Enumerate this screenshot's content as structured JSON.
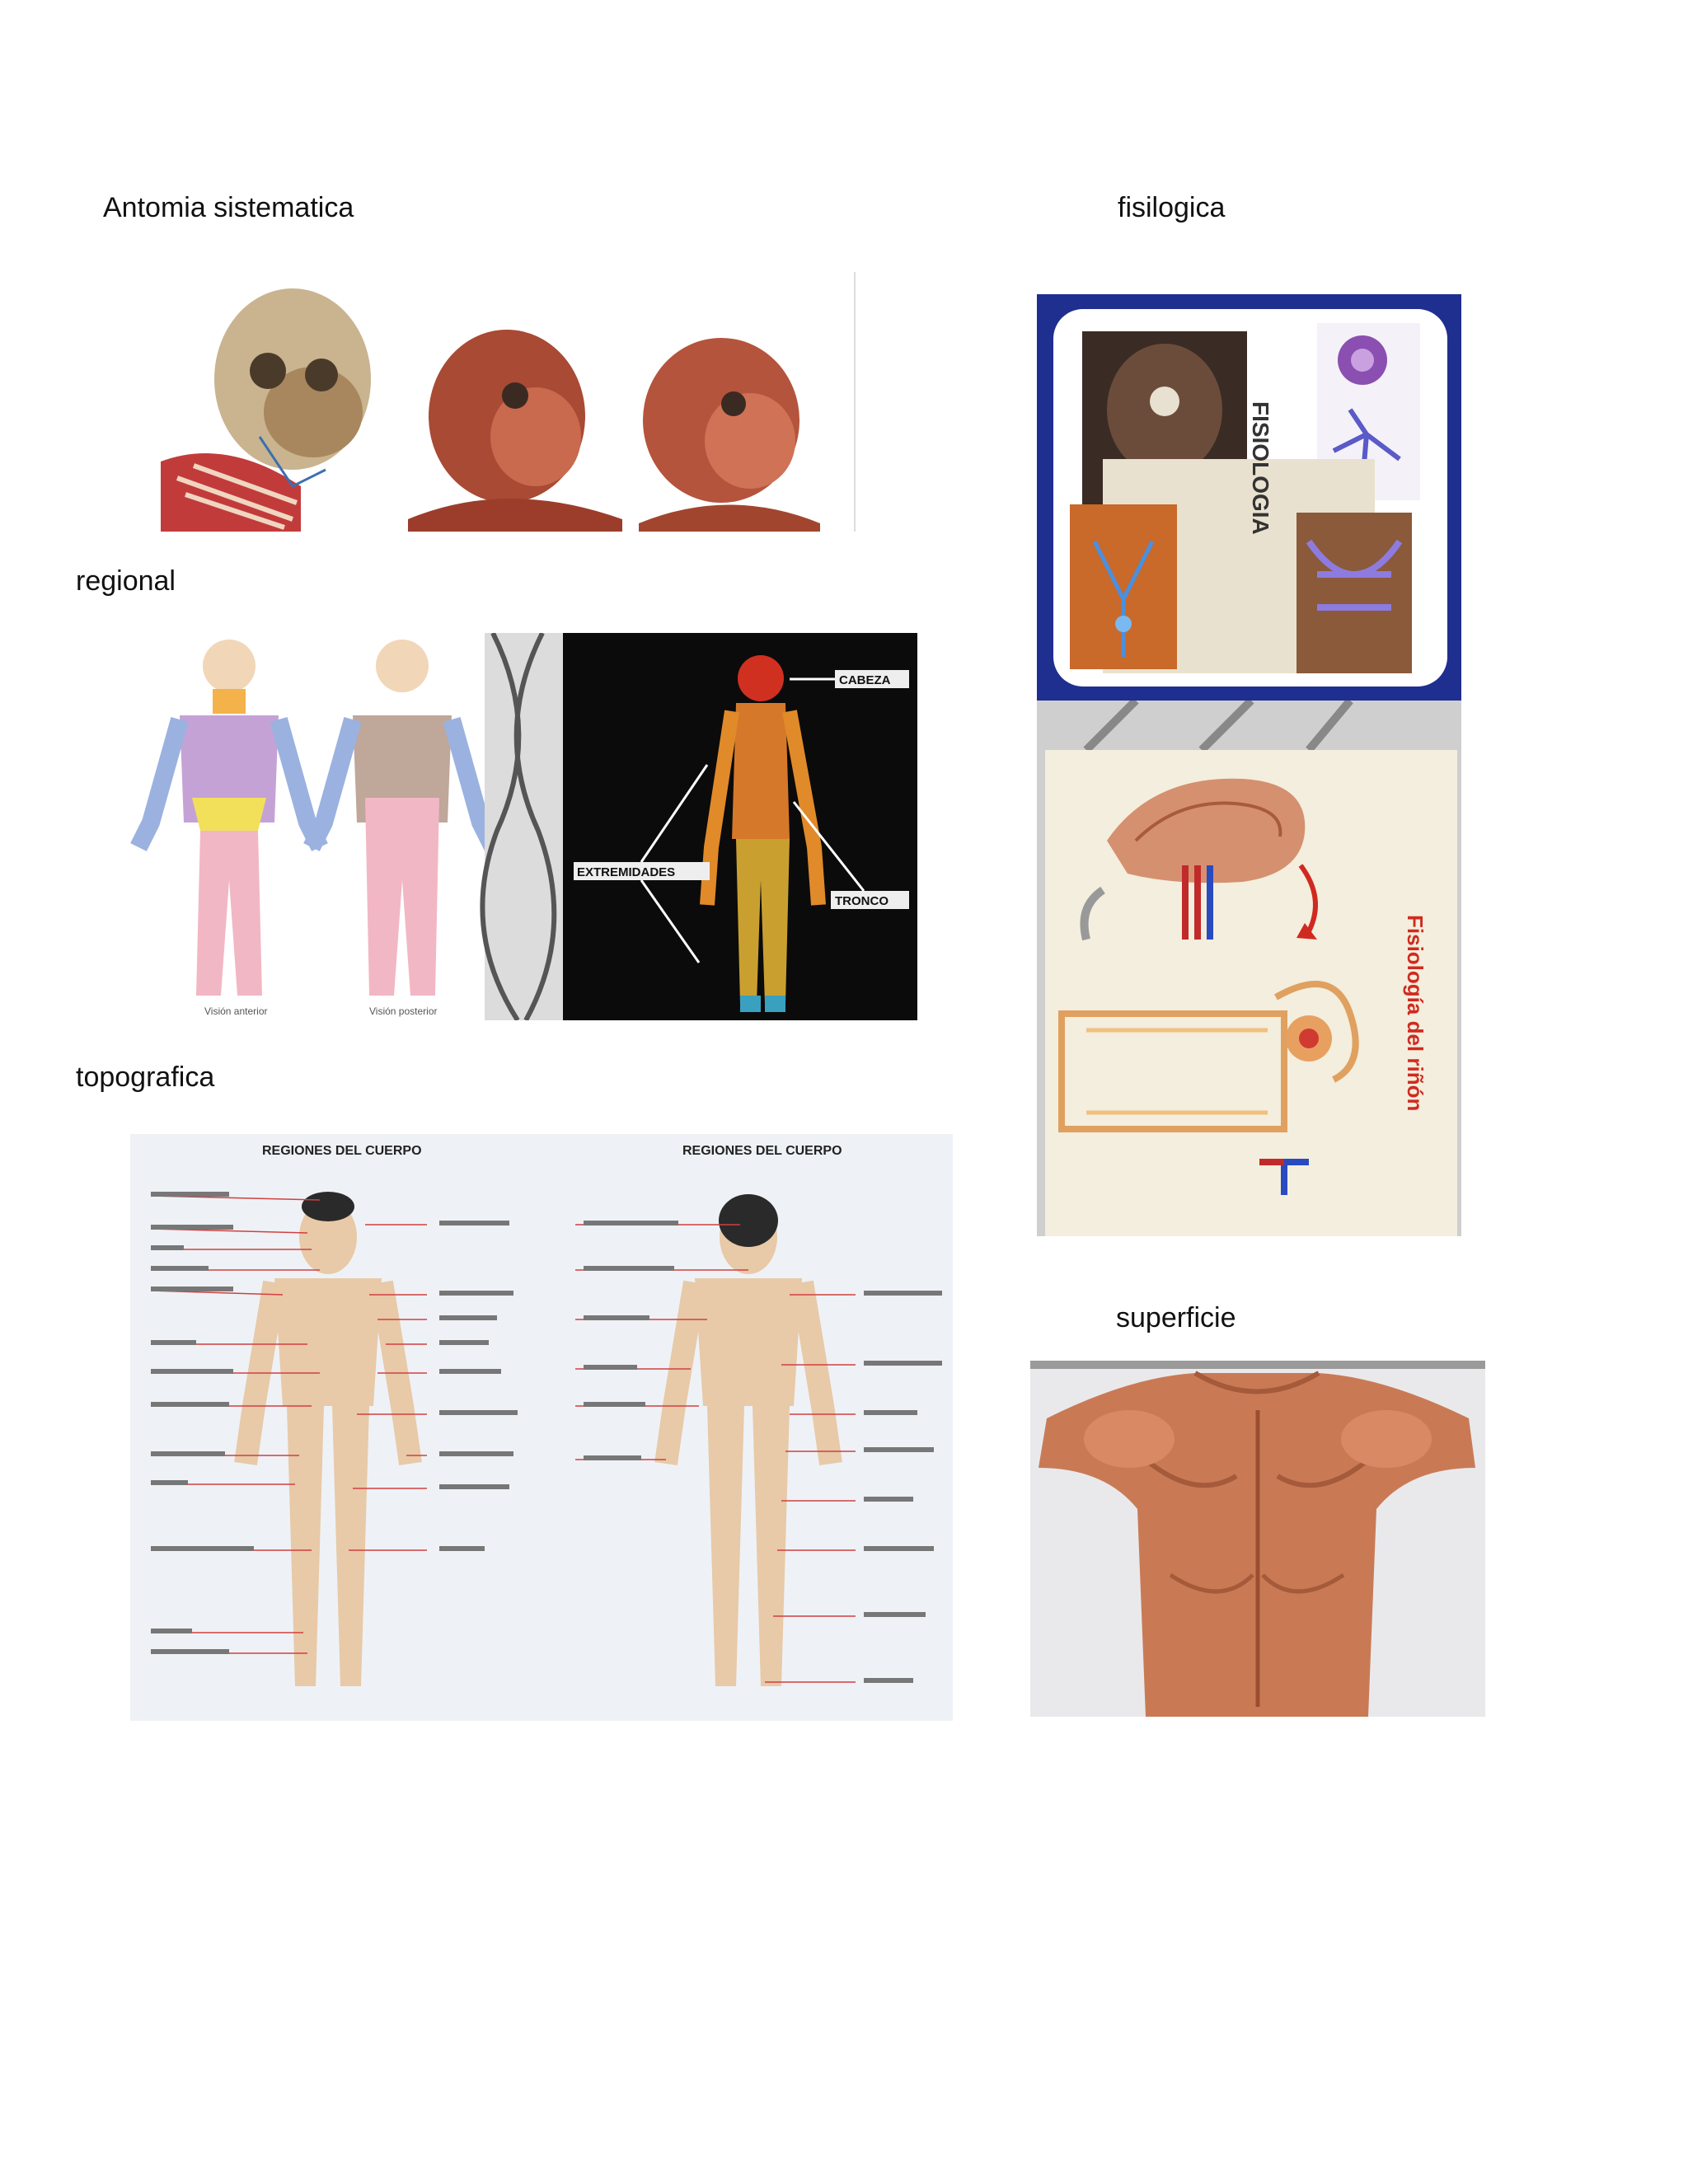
{
  "headings": {
    "sistematica": "Antomia sistematica",
    "fisiologica": "fisilogica",
    "regional": "regional",
    "topografica": "topografica",
    "superficie": "superficie"
  },
  "regional_figure": {
    "anterior_caption": "Visión anterior",
    "posterior_caption": "Visión posterior",
    "label_cabeza": "CABEZA",
    "label_extremidades": "EXTREMIDADES",
    "label_tronco": "TRONCO"
  },
  "topografica_figure": {
    "title_left": "REGIONES DEL CUERPO",
    "title_right": "REGIONES DEL CUERPO"
  },
  "fisiologica_figure": {
    "collage_title": "FISIOLOGIA",
    "kidney_title": "Fisiología del riñón"
  },
  "colors": {
    "fisiologia_frame": "#1f2f8f",
    "regional_background": "#0b0b0b",
    "skin": "#e8c9a8",
    "back_skin": "#c97a55"
  }
}
